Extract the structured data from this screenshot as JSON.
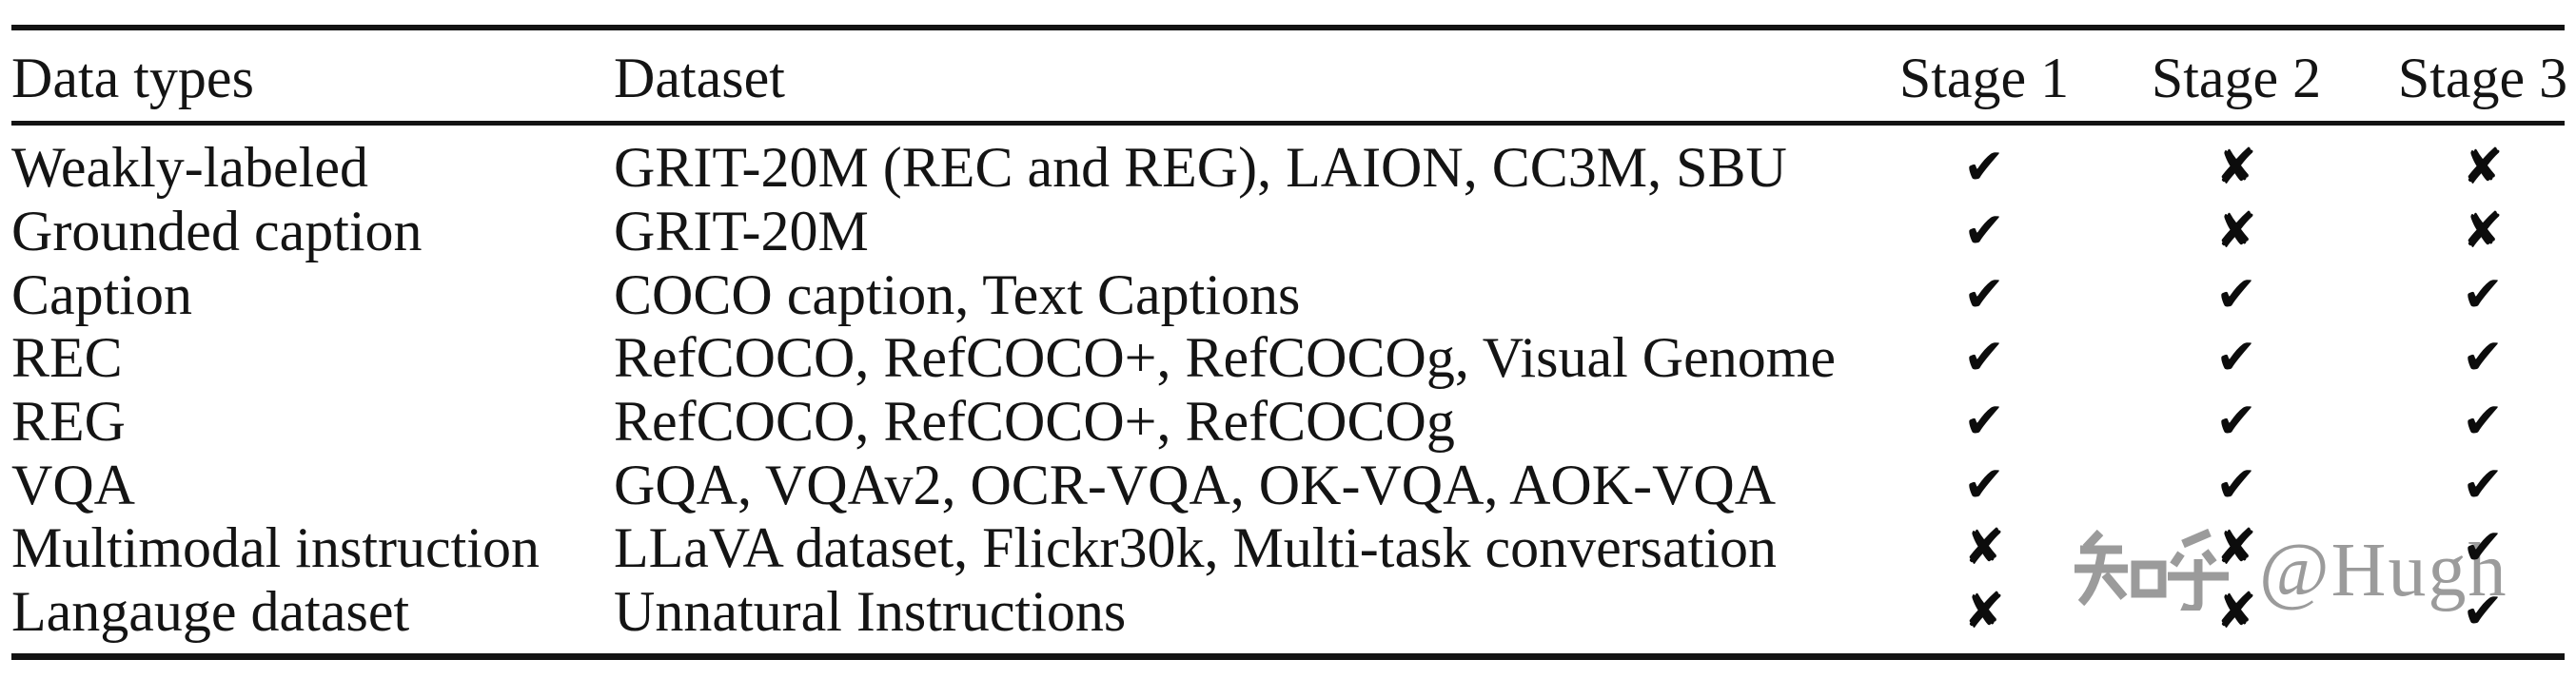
{
  "table": {
    "headers": {
      "data_types": "Data types",
      "dataset": "Dataset",
      "stage1": "Stage 1",
      "stage2": "Stage 2",
      "stage3": "Stage 3"
    },
    "rows": [
      {
        "data_type": "Weakly-labeled",
        "dataset": "GRIT-20M (REC and REG), LAION, CC3M, SBU",
        "stage1": "✔",
        "stage2": "✘",
        "stage3": "✘"
      },
      {
        "data_type": "Grounded caption",
        "dataset": "GRIT-20M",
        "stage1": "✔",
        "stage2": "✘",
        "stage3": "✘"
      },
      {
        "data_type": "Caption",
        "dataset": "COCO caption, Text Captions",
        "stage1": "✔",
        "stage2": "✔",
        "stage3": "✔"
      },
      {
        "data_type": "REC",
        "dataset": "RefCOCO, RefCOCO+, RefCOCOg, Visual Genome",
        "stage1": "✔",
        "stage2": "✔",
        "stage3": "✔"
      },
      {
        "data_type": "REG",
        "dataset": "RefCOCO, RefCOCO+, RefCOCOg",
        "stage1": "✔",
        "stage2": "✔",
        "stage3": "✔"
      },
      {
        "data_type": "VQA",
        "dataset": "GQA, VQAv2, OCR-VQA, OK-VQA, AOK-VQA",
        "stage1": "✔",
        "stage2": "✔",
        "stage3": "✔"
      },
      {
        "data_type": "Multimodal instruction",
        "dataset": "LLaVA dataset, Flickr30k, Multi-task conversation",
        "stage1": "✘",
        "stage2": "✘",
        "stage3": "✔"
      },
      {
        "data_type": "Langauge dataset",
        "dataset": "Unnatural Instructions",
        "stage1": "✘",
        "stage2": "✘",
        "stage3": "✔"
      }
    ]
  },
  "watermark": {
    "text": "知乎 @Hugh",
    "zhihu": "知乎",
    "handle": "@Hugh",
    "color": "#9b9b9b"
  },
  "colors": {
    "text": "#141414",
    "rule": "#131313",
    "mark": "#0c0c0c",
    "background": "#ffffff"
  }
}
